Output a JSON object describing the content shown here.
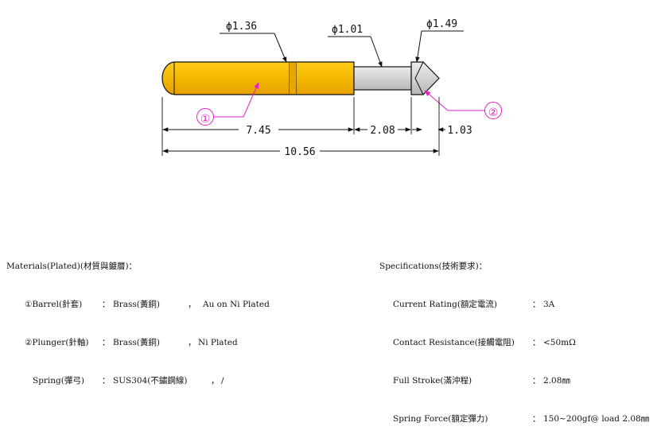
{
  "drawing": {
    "dims": {
      "dia_barrel": "ϕ1.36",
      "dia_plunger": "ϕ1.01",
      "dia_tip": "ϕ1.49",
      "len_barrel": "7.45",
      "len_stroke": "2.08",
      "len_tip": "1.03",
      "len_total": "10.56"
    },
    "callouts": {
      "barrel": "①",
      "plunger": "②"
    },
    "colors": {
      "barrel_gold": "#f5b800",
      "plunger_silver": "#d4d4d4",
      "callout": "#e020c8"
    }
  },
  "materials": {
    "heading": "Materials(Plated)(材質與鍍層)：",
    "rows": [
      {
        "name": "①Barrel(針套)",
        "sep": "：",
        "material": "Brass(黃銅)",
        "comma": "，",
        "plating": "Au on Ni Plated"
      },
      {
        "name": "②Plunger(針軸)",
        "sep": "：",
        "material": "Brass(黃銅)",
        "comma": "，",
        "plating": "Ni Plated"
      },
      {
        "name": "Spring(彈弓)",
        "sep": "：",
        "material": "SUS304(不鏽鋼線)",
        "comma": "，",
        "plating": "/"
      }
    ]
  },
  "specs": {
    "heading": "Specifications(技術要求)：",
    "rows": [
      {
        "label": "Current Rating(額定電流)",
        "sep": "：",
        "value": "3A"
      },
      {
        "label": "Contact Resistance(接觸電阻)",
        "sep": "：",
        "value": "<50mΩ"
      },
      {
        "label": "Full Stroke(滿沖程)",
        "sep": "：",
        "value": "2.08㎜"
      },
      {
        "label": "Spring Force(額定彈力)",
        "sep": "：",
        "value": "150~200gf@ load 2.08㎜"
      }
    ]
  }
}
